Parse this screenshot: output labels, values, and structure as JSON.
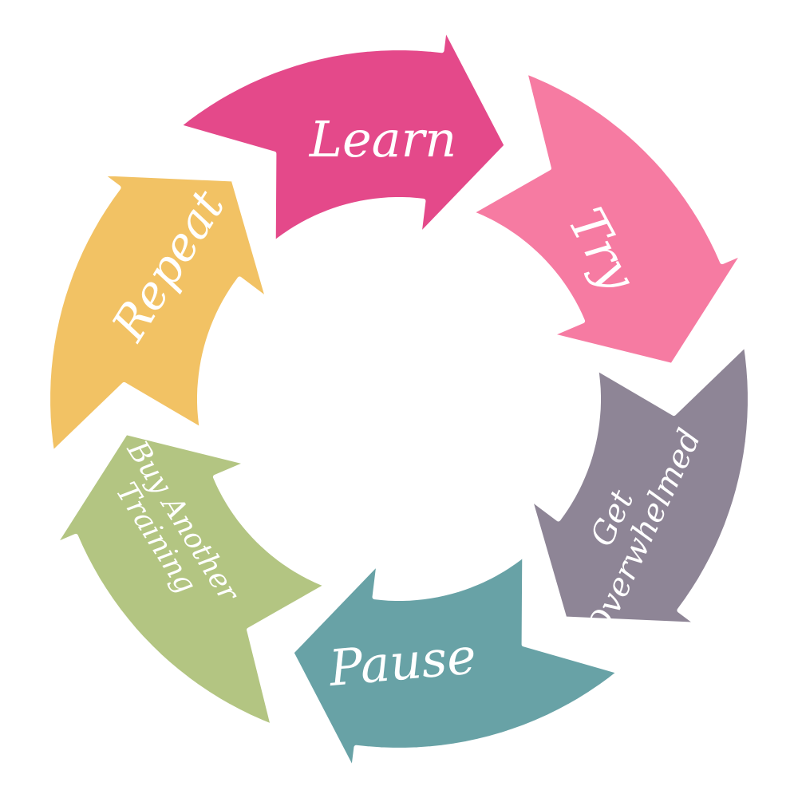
{
  "diagram": {
    "type": "cycle",
    "steps": [
      {
        "label": "Learn",
        "color": "#e4498a"
      },
      {
        "label": "Try",
        "color": "#f67ba2"
      },
      {
        "label": "Get Overwhelmed",
        "lines": [
          "Get",
          "Overwhelmed"
        ],
        "color": "#8e8596"
      },
      {
        "label": "Pause",
        "color": "#68a2a6"
      },
      {
        "label": "Buy Another Training",
        "lines": [
          "Buy Another",
          "Training"
        ],
        "color": "#b3c582"
      },
      {
        "label": "Repeat",
        "color": "#f2c264"
      }
    ]
  }
}
